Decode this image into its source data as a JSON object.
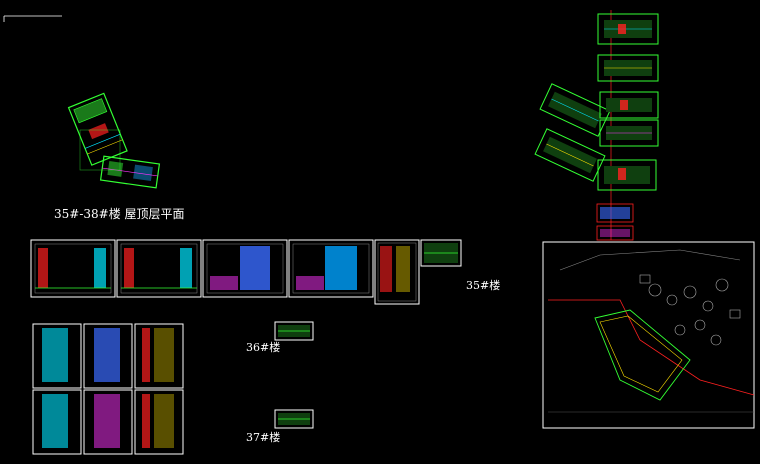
{
  "labels": {
    "roof_plan": "35#-38#楼 屋顶层平面",
    "building_35": "35#楼",
    "building_36": "36#楼",
    "building_37": "37#楼"
  },
  "colors": {
    "background": "#000000",
    "frame": "#ffffff",
    "plan_line": "#33ff33",
    "accent_red": "#ff2020",
    "accent_cyan": "#00e5ff",
    "accent_yellow": "#ffe100",
    "accent_magenta": "#ff33ff",
    "accent_blue": "#3a6bff"
  }
}
